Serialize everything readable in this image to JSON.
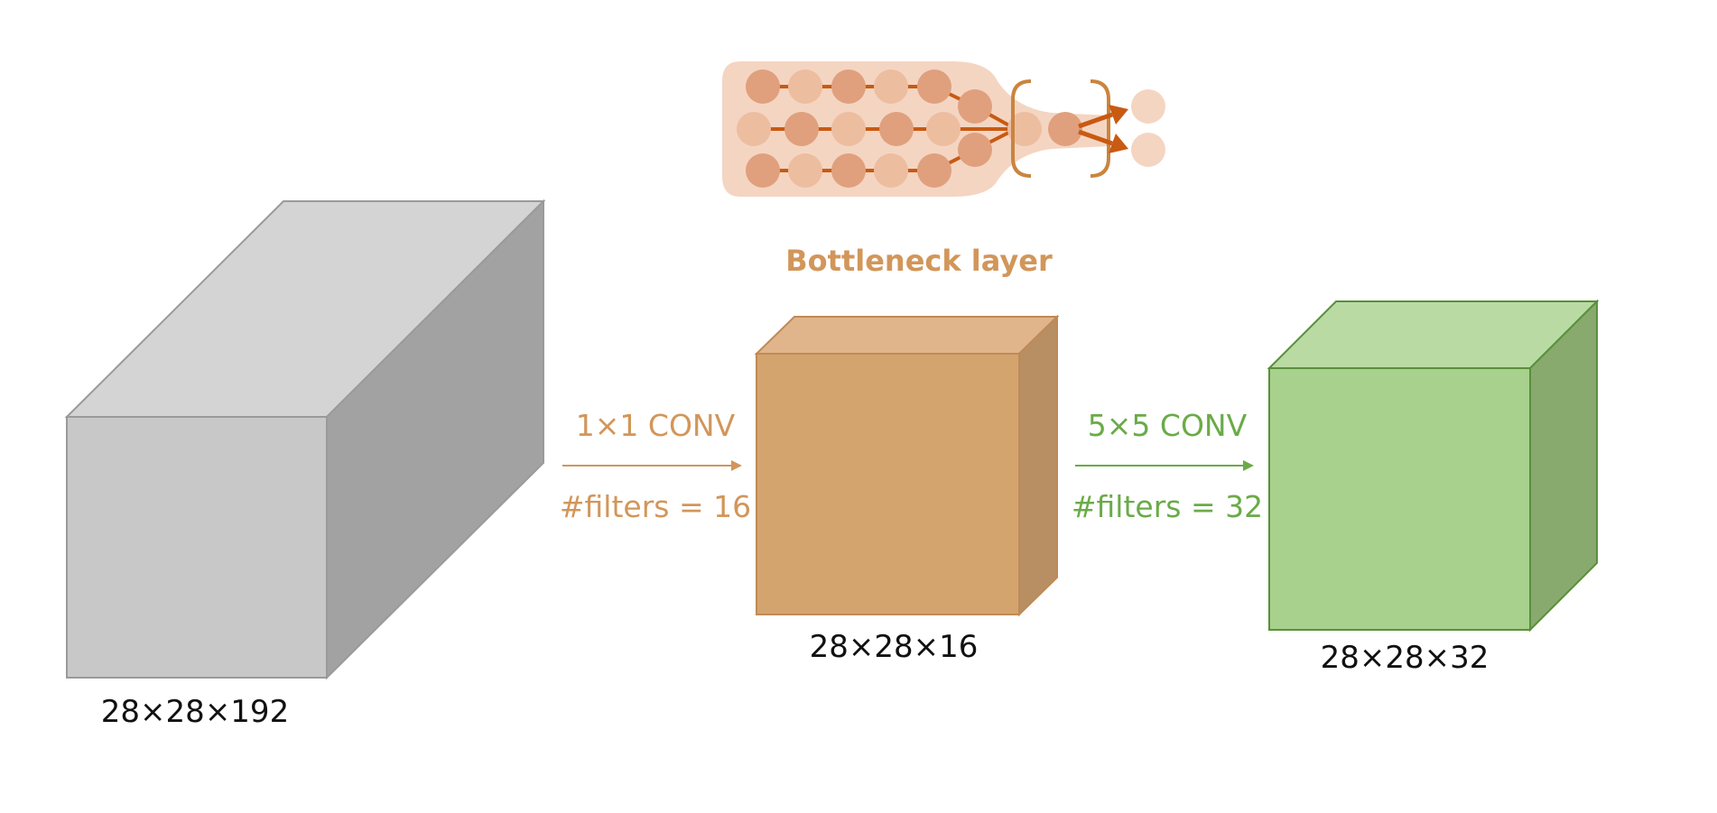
{
  "bottleneck": {
    "title": "Bottleneck layer"
  },
  "input_volume": {
    "label": "28×28×192",
    "colors": {
      "front": "#c8c8c8",
      "top": "#d4d4d4",
      "side": "#a2a2a2",
      "stroke": "#9a9a9a"
    }
  },
  "conv1": {
    "op_label": "1×1 CONV",
    "filters_label": "#filters = 16",
    "color": "#d2965a"
  },
  "middle_volume": {
    "label": "28×28×16",
    "colors": {
      "front": "#d4a46f",
      "top": "#e0b58c",
      "side": "#b88e63",
      "stroke": "#c08a55"
    }
  },
  "conv2": {
    "op_label": "5×5 CONV",
    "filters_label": "#filters = 32",
    "color": "#6aab48"
  },
  "output_volume": {
    "label": "28×28×32",
    "colors": {
      "front": "#a8d18d",
      "top": "#b9dba3",
      "side": "#88aa6e",
      "stroke": "#5a8f3c"
    }
  }
}
